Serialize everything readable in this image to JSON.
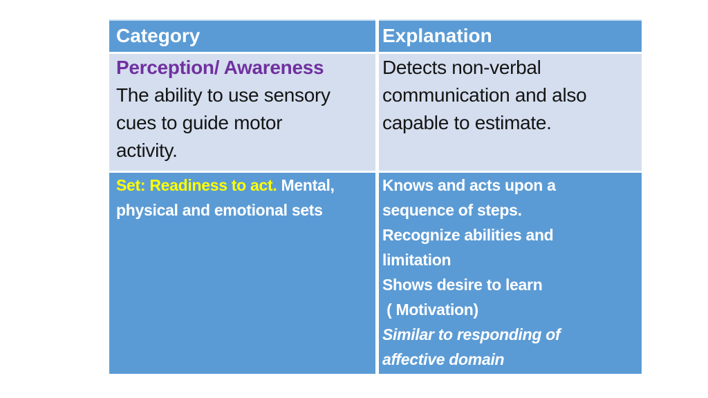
{
  "slide": {
    "background_color": "#FFFFFF"
  },
  "colors": {
    "header_bg": "#5B9BD5",
    "header_top_border": "#CFE2F3",
    "light_row_bg": "#D4DEEE",
    "blue_row_bg": "#5B9BD5",
    "header_text": "#FFFFFF",
    "body_text": "#141414",
    "category_title_purple": "#7030A0",
    "highlight_yellow": "#FFFF00",
    "blue_row_text": "#FFFFFF"
  },
  "table": {
    "header": {
      "category": "Category",
      "explanation": "Explanation"
    },
    "rows": [
      {
        "category": {
          "title": "Perception/ Awareness",
          "lines": [
            "The ability to use sensory",
            "cues to guide motor",
            "activity."
          ]
        },
        "explanation": {
          "lines": [
            "Detects non-verbal",
            "communication and also",
            "capable to estimate."
          ]
        }
      },
      {
        "category": {
          "line1_highlight": "Set: Readiness to act.",
          "line1_rest": " Mental,",
          "line2": "physical and emotional sets"
        },
        "explanation": {
          "bold_lines": [
            "Knows and acts upon a",
            "sequence of steps.",
            "Recognize abilities and",
            "limitation",
            "Shows desire to learn",
            " ( Motivation)"
          ],
          "italic_lines": [
            "Similar to responding of",
            "affective domain"
          ]
        }
      }
    ]
  }
}
